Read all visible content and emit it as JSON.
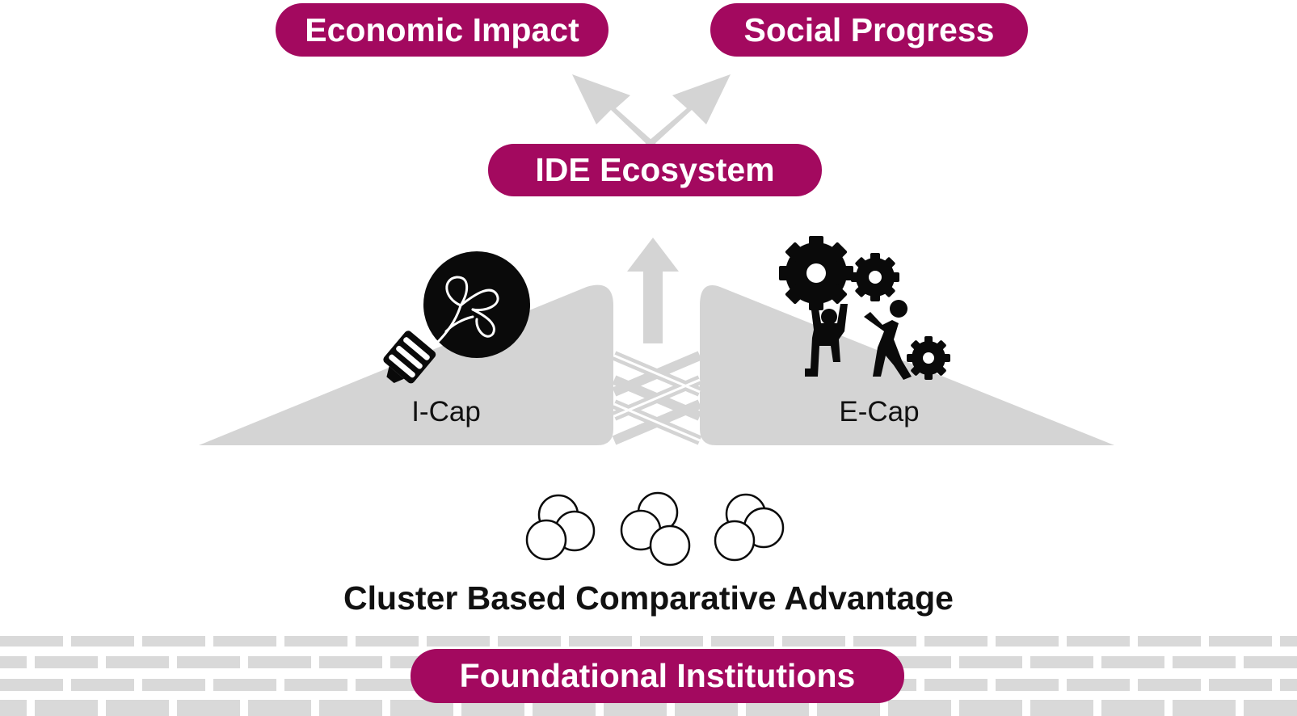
{
  "outcomes": {
    "economic_impact": "Economic Impact",
    "social_progress": "Social Progress"
  },
  "ecosystem": {
    "label": "IDE Ecosystem"
  },
  "capacities": {
    "innovation": {
      "label": "I-Cap",
      "icon": "lightbulb-icon"
    },
    "entrepreneurship": {
      "label": "E-Cap",
      "icon": "people-gears-icon"
    }
  },
  "clusters": {
    "title": "Cluster Based Comparative Advantage",
    "icon": "overlapping-circles-icon"
  },
  "foundation": {
    "label": "Foundational Institutions",
    "icon": "brick-wall"
  },
  "colors": {
    "accent": "#a3095f",
    "shape_gray": "#d4d4d4",
    "brick_gray": "#d9d9d9",
    "icon_black": "#0a0a0a"
  }
}
